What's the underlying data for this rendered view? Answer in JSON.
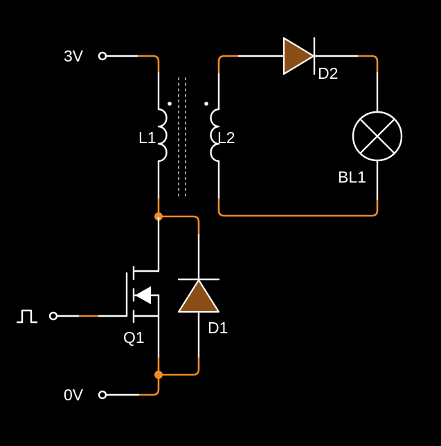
{
  "labels": {
    "supply": "3V",
    "ground": "0V",
    "inductor_primary": "L1",
    "inductor_secondary": "L2",
    "diode_output": "D2",
    "diode_clamp": "D1",
    "lamp": "BL1",
    "transistor": "Q1"
  },
  "colors": {
    "background": "#000000",
    "wire": "#ffffff",
    "accent": "#f08a2a",
    "diode_fill": "#8a4e14"
  }
}
